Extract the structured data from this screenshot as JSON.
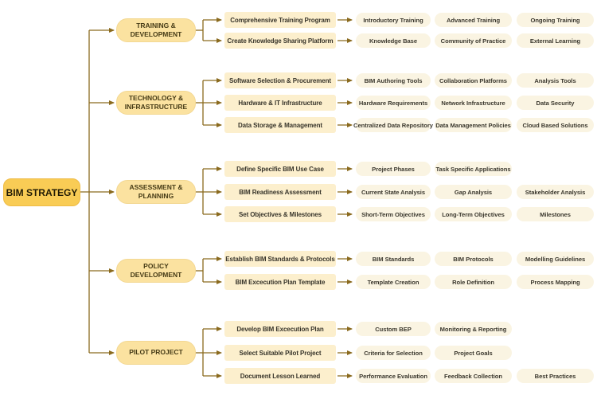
{
  "colors": {
    "root_fill": "#F9CC55",
    "branch_fill": "#FBE2A0",
    "subbranch_fill": "#FCEFCD",
    "leaf_fill": "#FAF4E2",
    "connector": "#8A6A1E"
  },
  "root": {
    "label": "BIM STRATEGY"
  },
  "branches": [
    {
      "label": "TRAINING & DEVELOPMENT",
      "rows": [
        {
          "label": "Comprehensive Training Program",
          "leaves": [
            "Introductory Training",
            "Advanced Training",
            "Ongoing Training"
          ]
        },
        {
          "label": "Create Knowledge Sharing Platform",
          "leaves": [
            "Knowledge Base",
            "Community of Practice",
            "External Learning"
          ]
        }
      ]
    },
    {
      "label": "TECHNOLOGY & INFRASTRUCTURE",
      "rows": [
        {
          "label": "Software Selection & Procurement",
          "leaves": [
            "BIM Authoring Tools",
            "Collaboration Platforms",
            "Analysis Tools"
          ]
        },
        {
          "label": "Hardware & IT Infrastructure",
          "leaves": [
            "Hardware Requirements",
            "Network Infrastructure",
            "Data Security"
          ]
        },
        {
          "label": "Data Storage & Management",
          "leaves": [
            "Centralized Data Repository",
            "Data Management Policies",
            "Cloud Based Solutions"
          ]
        }
      ]
    },
    {
      "label": "ASSESSMENT & PLANNING",
      "rows": [
        {
          "label": "Define Specific BIM Use Case",
          "leaves": [
            "Project Phases",
            "Task Specific Applications"
          ]
        },
        {
          "label": "BIM Readiness Assessment",
          "leaves": [
            "Current State Analysis",
            "Gap Analysis",
            "Stakeholder Analysis"
          ]
        },
        {
          "label": "Set Objectives & Milestones",
          "leaves": [
            "Short-Term Objectives",
            "Long-Term Objectives",
            "Milestones"
          ]
        }
      ]
    },
    {
      "label": "POLICY DEVELOPMENT",
      "rows": [
        {
          "label": "Establish BIM Standards & Protocols",
          "leaves": [
            "BIM Standards",
            "BIM Protocols",
            "Modelling Guidelines"
          ]
        },
        {
          "label": "BIM Excecution Plan Template",
          "leaves": [
            "Template Creation",
            "Role Definition",
            "Process Mapping"
          ]
        }
      ]
    },
    {
      "label": "PILOT PROJECT",
      "rows": [
        {
          "label": "Develop BIM Excecution Plan",
          "leaves": [
            "Custom BEP",
            "Monitoring & Reporting"
          ]
        },
        {
          "label": "Select Suitable Pilot Project",
          "leaves": [
            "Criteria for Selection",
            "Project Goals"
          ]
        },
        {
          "label": "Document Lesson Learned",
          "leaves": [
            "Performance Evaluation",
            "Feedback Collection",
            "Best Practices"
          ]
        }
      ]
    }
  ]
}
